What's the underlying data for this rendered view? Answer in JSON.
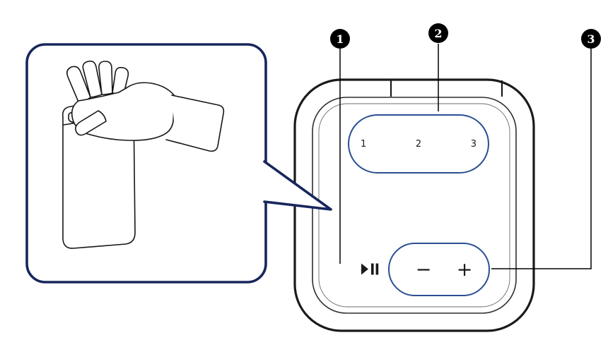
{
  "colors": {
    "background": "#ffffff",
    "outline": "#1a1a1a",
    "accent": "#2b4f93",
    "callout_border": "#17265c",
    "marker_bg": "#000000",
    "marker_fg": "#ffffff"
  },
  "illustration": {
    "icon": "hand-touching-speaker-top"
  },
  "speaker_panel": {
    "presets": [
      {
        "label": "1"
      },
      {
        "label": "2"
      },
      {
        "label": "3"
      }
    ],
    "play_pause_icon": "play-pause",
    "volume": {
      "down_label": "−",
      "up_label": "+"
    }
  },
  "markers": [
    {
      "label": "1"
    },
    {
      "label": "2"
    },
    {
      "label": "3"
    }
  ]
}
